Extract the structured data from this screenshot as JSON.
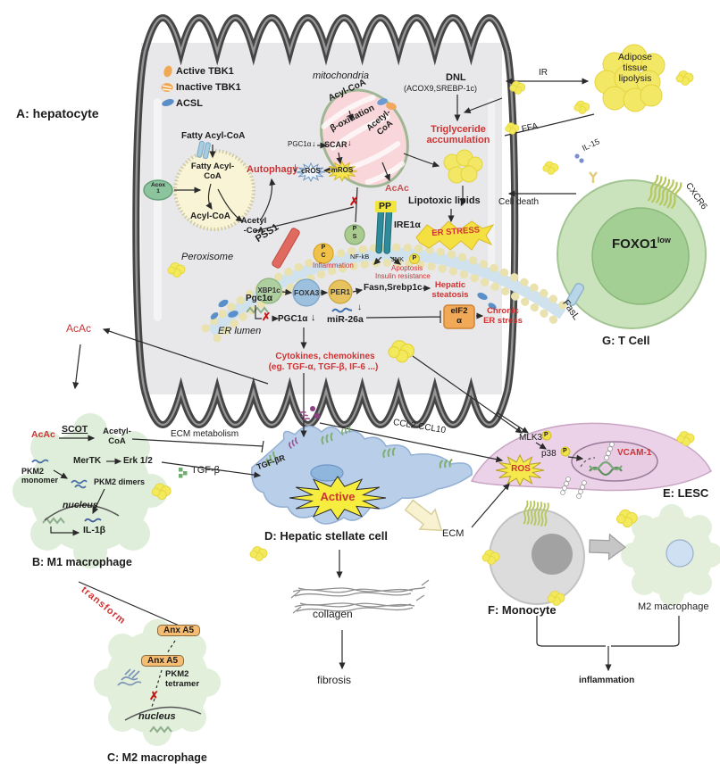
{
  "legend": {
    "active_tbk1": "Active TBK1",
    "inactive_tbk1": "Inactive TBK1",
    "acsl": "ACSL"
  },
  "symbols": {
    "down_arrow": "↓",
    "x_mark": "✗"
  },
  "hepatocyte": {
    "section_label": "A: hepatocyte",
    "mitochondria_label": "mitochondria",
    "peroxisome_label": "Peroxisome",
    "er_lumen_label": "ER lumen",
    "fatty_acyl_coa": "Fatty Acyl-CoA",
    "fatty_acyl_coa_inner": "Fatty Acyl-\nCoA",
    "acox1": "Acox\n1",
    "acyl_coa_peroxisome": "Acyl-CoA",
    "acetyl_coa_peroxisome": "Acetyl\n-CoA",
    "autophagy": "Autophagy",
    "cros": "cROS",
    "mros": "mROS",
    "pgc1a_mito": "PGC1α",
    "scar": "SCAR",
    "acyl_coa_mito": "Acyl-CoA",
    "beta_oxidation": "β-oxidation",
    "acetyl_coa_mito": "Acetyl-\nCoA",
    "acac": "AcAc",
    "dnl": "DNL",
    "dnl_genes": "(ACOX9,SREBP-1c)",
    "triglyceride": "Triglyceride\naccumulation",
    "lipotoxic": "Lipotoxic lipids",
    "er_stress": "ER STRESS",
    "pp": "PP",
    "ire1a": "IRE1α",
    "p_s": "P\nS",
    "pss1": "PSS1",
    "p_c": "P\nC",
    "nfkb": "NF-kB",
    "jnk": "JNK",
    "phospho": "P",
    "inflammation": "Inflammation",
    "apoptosis": "Apoptosis",
    "insulin_resistance": "Insulin resistance",
    "xbp1c": "XBP1c",
    "foxa3": "FOXA3",
    "per1": "PER1",
    "fasn_srebp1c": "Fasn,Srebp1c",
    "hepatic_steatosis": "Hepatic\nsteatosis",
    "pgc1a_gene": "Pgc1α",
    "pgc1a": "PGC1α",
    "mir26a": "miR-26a",
    "eif2a": "eIF2\nα",
    "chronic_er_stress": "Chronic\nER stress",
    "cytokines_line1": "Cytokines, chemokines",
    "cytokines_line2": "(eg. TGF-α, TGF-β, IF-6 ...)"
  },
  "adipose": {
    "label": "Adipose\ntissue\nlipolysis",
    "ir": "IR",
    "ffa": "FFA"
  },
  "tcell": {
    "label": "G: T Cell",
    "foxo1": "FOXO1",
    "foxo1_sup": "low",
    "cxcr6": "CXCR6",
    "fasl": "FasL",
    "il15": "IL-15",
    "cell_death": "Cell death"
  },
  "m1_macrophage": {
    "label": "B: M1 macrophage",
    "acac": "AcAc",
    "scot": "SCOT",
    "acetyl_coa": "Acetyl-\nCoA",
    "mertk": "MerTK",
    "erk": "Erk 1/2",
    "pkm2_monomer": "PKM2\nmonomer",
    "pkm2_dimers": "PKM2 dimers",
    "nucleus": "nucleus",
    "il1b": "IL-1β",
    "ecm_metabolism": "ECM metabolism",
    "tgfb": "TGF-β",
    "acac_external": "AcAc"
  },
  "m2_macrophage_c": {
    "label": "C: M2 macrophage",
    "transform": "transform",
    "anx_a5": "Anx A5",
    "pkm2_tetramer": "PKM2\ntetramer",
    "nucleus": "nucleus"
  },
  "stellate": {
    "label": "D: Hepatic stellate cell",
    "active": "Active",
    "tgfbr": "TGF-βR",
    "collagen": "collagen",
    "fibrosis": "fibrosis",
    "ccl": "CCL2 CCL10",
    "ecm": "ECM"
  },
  "lesc": {
    "label": "E: LESC",
    "mlk3": "MLK3",
    "p38": "p38",
    "phospho": "P",
    "ros": "ROS",
    "vcam1": "VCAM-1"
  },
  "monocyte": {
    "label": "F: Monocyte",
    "m2_macrophage": "M2 macrophage",
    "inflammation": "inflammation"
  }
}
